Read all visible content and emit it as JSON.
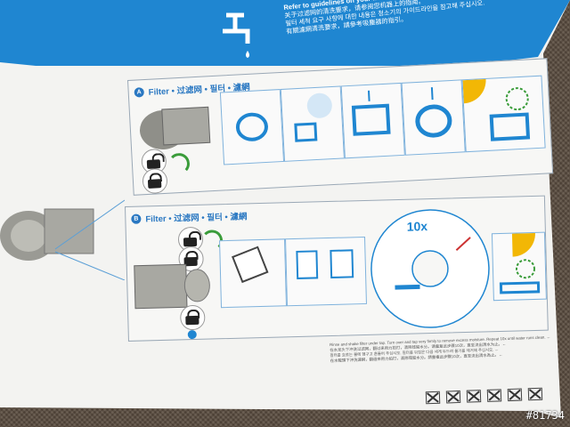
{
  "banner": {
    "lines": [
      "Refer to guidelines on your machine for filter washing requirements.",
      "关于过滤网的清洗要求，请参阅您机器上的指南。",
      "필터 세척 요구 사항에 대한 내용은 청소기의 가이드라인을 참고해 주십시오.",
      "有關濾網清洗要求，請參考吸塵器的指引。"
    ]
  },
  "section_a": {
    "badge": "A",
    "title": "Filter • 过滤网 • 필터 • 濾網"
  },
  "section_b": {
    "badge": "B",
    "title": "Filter • 过滤网 • 필터 • 濾網",
    "wash_count": "10x"
  },
  "footnote": {
    "lines": [
      "Rinse and shake filter under tap. Turn over and tap very firmly to remove excess moisture. Repeat 10x until water runs clean. ←",
      "在水龙头下冲洗过滤网，翻过来用力拍打，清除残留水分。请重复此步骤10次，直至流出清水为止。←",
      "필터를 흐르는 물에 헹구고 흔들어 주십시오. 필터를 뒤집은 다음 세게 두드려 물기를 제거해 주십시오. ←",
      "在水龍頭下沖洗濾網，翻過來用力拍打，清除殘留水分。請重複此步驟10次，直至流出清水為止。←"
    ]
  },
  "watermark": "#81734",
  "colors": {
    "brand_blue": "#1f86d1",
    "outline_blue": "#7fb2dc",
    "sun_yellow": "#f2b705",
    "indicator_green": "#3a9c3a"
  },
  "icons": [
    "tap-icon",
    "lock-icon",
    "unlock-icon",
    "sun-icon",
    "clock-24h-icon",
    "water-drop-icon",
    "rotate-arrow-icon",
    "do-not-icon"
  ]
}
